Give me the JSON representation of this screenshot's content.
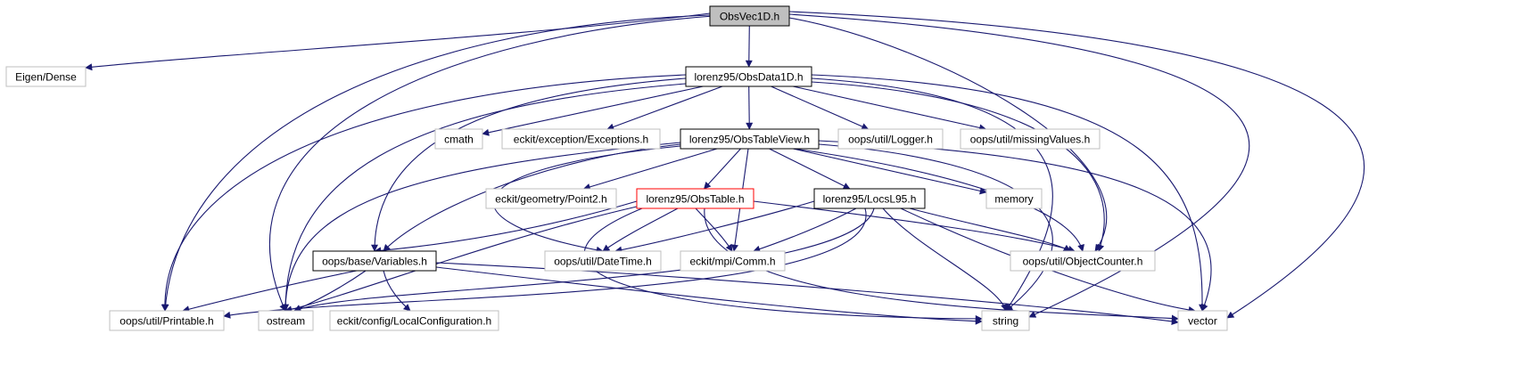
{
  "diagram": {
    "nodes": [
      {
        "id": "obsvec1d",
        "name": "node-obsvec1d-h",
        "label": "ObsVec1D.h",
        "style": "root",
        "interactable": false
      },
      {
        "id": "eigen",
        "name": "node-eigen-dense",
        "label": "Eigen/Dense",
        "style": "external",
        "interactable": false
      },
      {
        "id": "obsdata1d",
        "name": "node-obsdata1d-h",
        "label": "lorenz95/ObsData1D.h",
        "style": "documented",
        "interactable": true
      },
      {
        "id": "cmath",
        "name": "node-cmath",
        "label": "cmath",
        "style": "external",
        "interactable": false
      },
      {
        "id": "exceptions",
        "name": "node-eckit-exceptions-h",
        "label": "eckit/exception/Exceptions.h",
        "style": "external",
        "interactable": false
      },
      {
        "id": "obstableview",
        "name": "node-obstableview-h",
        "label": "lorenz95/ObsTableView.h",
        "style": "documented",
        "interactable": true
      },
      {
        "id": "logger",
        "name": "node-oops-logger-h",
        "label": "oops/util/Logger.h",
        "style": "external",
        "interactable": false
      },
      {
        "id": "missingvalues",
        "name": "node-oops-missingvalues-h",
        "label": "oops/util/missingValues.h",
        "style": "external",
        "interactable": false
      },
      {
        "id": "point2",
        "name": "node-eckit-point2-h",
        "label": "eckit/geometry/Point2.h",
        "style": "external",
        "interactable": false
      },
      {
        "id": "obstable",
        "name": "node-obstable-h",
        "label": "lorenz95/ObsTable.h",
        "style": "highlighted",
        "interactable": true
      },
      {
        "id": "locsl95",
        "name": "node-locsl95-h",
        "label": "lorenz95/LocsL95.h",
        "style": "documented",
        "interactable": true
      },
      {
        "id": "memory",
        "name": "node-memory",
        "label": "memory",
        "style": "external",
        "interactable": false
      },
      {
        "id": "variables",
        "name": "node-oops-variables-h",
        "label": "oops/base/Variables.h",
        "style": "documented",
        "interactable": true
      },
      {
        "id": "datetime",
        "name": "node-oops-datetime-h",
        "label": "oops/util/DateTime.h",
        "style": "external",
        "interactable": false
      },
      {
        "id": "comm",
        "name": "node-eckit-comm-h",
        "label": "eckit/mpi/Comm.h",
        "style": "external",
        "interactable": false
      },
      {
        "id": "objectcounter",
        "name": "node-oops-objectcounter-h",
        "label": "oops/util/ObjectCounter.h",
        "style": "external",
        "interactable": false
      },
      {
        "id": "printable",
        "name": "node-oops-printable-h",
        "label": "oops/util/Printable.h",
        "style": "external",
        "interactable": false
      },
      {
        "id": "ostream",
        "name": "node-ostream",
        "label": "ostream",
        "style": "external",
        "interactable": false
      },
      {
        "id": "localconfig",
        "name": "node-eckit-localconfiguration-h",
        "label": "eckit/config/LocalConfiguration.h",
        "style": "external",
        "interactable": false
      },
      {
        "id": "string",
        "name": "node-string",
        "label": "string",
        "style": "external",
        "interactable": false
      },
      {
        "id": "vector",
        "name": "node-vector",
        "label": "vector",
        "style": "external",
        "interactable": false
      }
    ],
    "edges": [
      {
        "from": "obsvec1d",
        "to": "eigen"
      },
      {
        "from": "obsvec1d",
        "to": "obsdata1d"
      },
      {
        "from": "obsvec1d",
        "to": "printable"
      },
      {
        "from": "obsvec1d",
        "to": "ostream"
      },
      {
        "from": "obsvec1d",
        "to": "objectcounter"
      },
      {
        "from": "obsvec1d",
        "to": "string"
      },
      {
        "from": "obsvec1d",
        "to": "vector"
      },
      {
        "from": "obsdata1d",
        "to": "cmath"
      },
      {
        "from": "obsdata1d",
        "to": "exceptions"
      },
      {
        "from": "obsdata1d",
        "to": "obstableview"
      },
      {
        "from": "obsdata1d",
        "to": "logger"
      },
      {
        "from": "obsdata1d",
        "to": "missingvalues"
      },
      {
        "from": "obsdata1d",
        "to": "variables"
      },
      {
        "from": "obsdata1d",
        "to": "printable"
      },
      {
        "from": "obsdata1d",
        "to": "ostream"
      },
      {
        "from": "obsdata1d",
        "to": "objectcounter"
      },
      {
        "from": "obsdata1d",
        "to": "string"
      },
      {
        "from": "obsdata1d",
        "to": "vector"
      },
      {
        "from": "obstableview",
        "to": "point2"
      },
      {
        "from": "obstableview",
        "to": "obstable"
      },
      {
        "from": "obstableview",
        "to": "locsl95"
      },
      {
        "from": "obstableview",
        "to": "memory"
      },
      {
        "from": "obstableview",
        "to": "variables"
      },
      {
        "from": "obstableview",
        "to": "datetime"
      },
      {
        "from": "obstableview",
        "to": "comm"
      },
      {
        "from": "obstableview",
        "to": "objectcounter"
      },
      {
        "from": "obstableview",
        "to": "ostream"
      },
      {
        "from": "obstableview",
        "to": "string"
      },
      {
        "from": "obstableview",
        "to": "vector"
      },
      {
        "from": "obstable",
        "to": "variables"
      },
      {
        "from": "obstable",
        "to": "datetime"
      },
      {
        "from": "obstable",
        "to": "comm"
      },
      {
        "from": "obstable",
        "to": "objectcounter"
      },
      {
        "from": "obstable",
        "to": "ostream"
      },
      {
        "from": "obstable",
        "to": "string"
      },
      {
        "from": "obstable",
        "to": "vector"
      },
      {
        "from": "locsl95",
        "to": "datetime"
      },
      {
        "from": "locsl95",
        "to": "comm"
      },
      {
        "from": "locsl95",
        "to": "objectcounter"
      },
      {
        "from": "locsl95",
        "to": "printable"
      },
      {
        "from": "locsl95",
        "to": "ostream"
      },
      {
        "from": "locsl95",
        "to": "string"
      },
      {
        "from": "locsl95",
        "to": "vector"
      },
      {
        "from": "variables",
        "to": "printable"
      },
      {
        "from": "variables",
        "to": "ostream"
      },
      {
        "from": "variables",
        "to": "localconfig"
      },
      {
        "from": "variables",
        "to": "string"
      },
      {
        "from": "variables",
        "to": "vector"
      }
    ]
  }
}
